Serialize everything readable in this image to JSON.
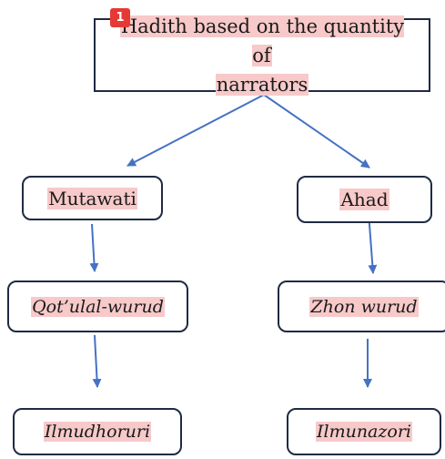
{
  "badge": {
    "number": "1"
  },
  "root": {
    "line1": "Hadith based on the quantity of",
    "line2": "narrators"
  },
  "level1": {
    "left": "Mutawati",
    "right": "Ahad"
  },
  "level2": {
    "left": "Qot’ulal-wurud",
    "right": "Zhon wurud"
  },
  "level3": {
    "left": "Ilmudhoruri",
    "right": "Ilmunazori"
  },
  "colors": {
    "arrow": "#4472c4",
    "border": "#1f2a44",
    "highlight": "#f7c9c9",
    "badge": "#e53935"
  }
}
